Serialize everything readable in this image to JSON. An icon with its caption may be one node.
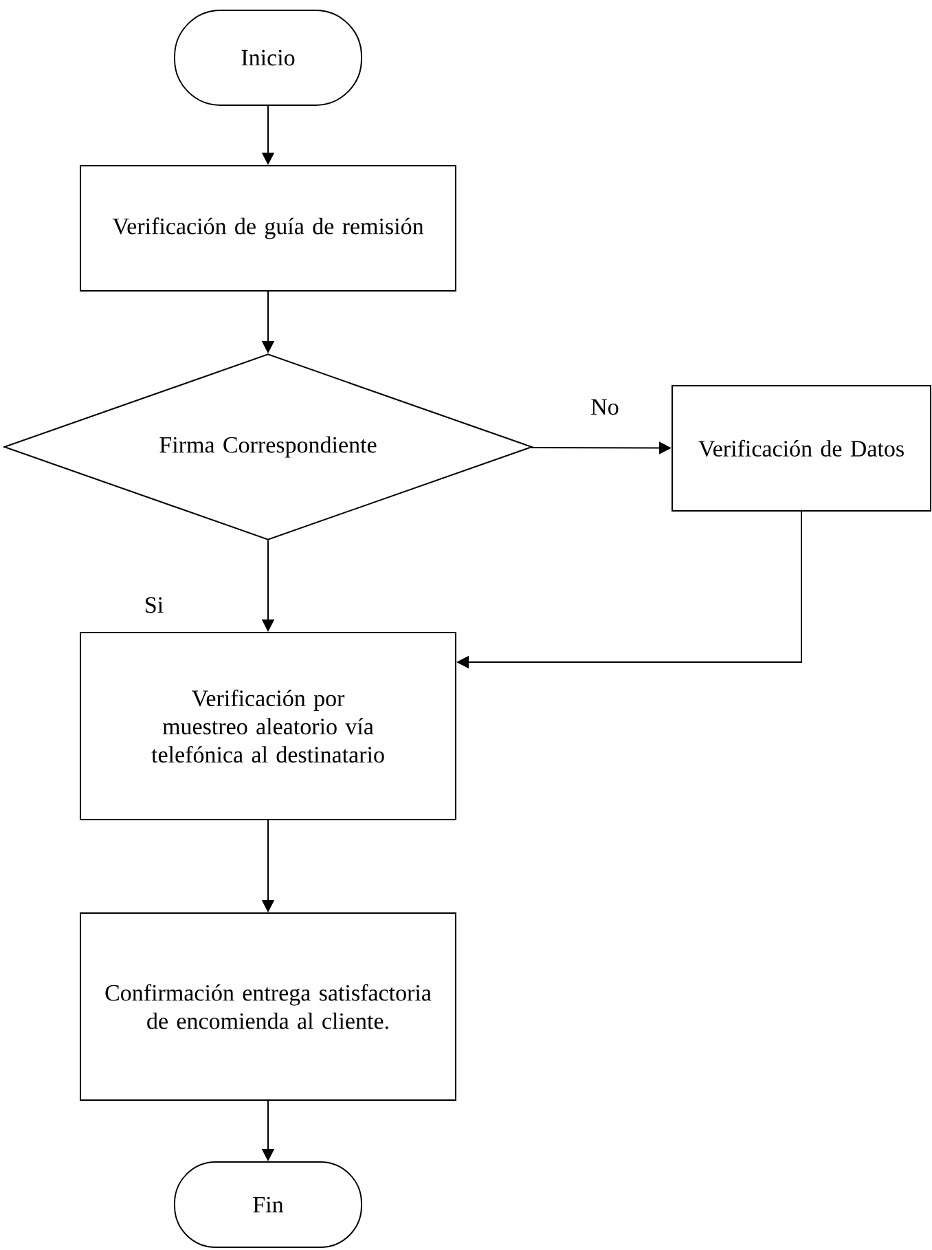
{
  "diagram": {
    "nodes": [
      {
        "text": [
          "Inicio"
        ]
      },
      {
        "text": [
          "Verificación de guía de remisión"
        ]
      },
      {
        "text": [
          "Firma Correspondiente"
        ]
      },
      {
        "text": [
          "Verificación de Datos"
        ]
      },
      {
        "text": [
          "Verificación por muestreo aleatorio vía telefónica al destinatario"
        ]
      },
      {
        "text": [
          "Confirmación entrega satisfactoria de encomienda al cliente."
        ]
      },
      {
        "text": [
          "Fin"
        ]
      }
    ],
    "edges": [
      {
        "from": 0,
        "to": 1,
        "arrow": "to"
      },
      {
        "from": 1,
        "to": 2,
        "arrow": "to"
      },
      {
        "from": 2,
        "to": 3,
        "arrow": "to",
        "label": "No"
      },
      {
        "from": 2,
        "to": 4,
        "arrow": "to",
        "label": "Si"
      },
      {
        "from": 3,
        "to": 4,
        "arrow": "to"
      },
      {
        "from": 4,
        "to": 5,
        "arrow": "to"
      },
      {
        "from": 5,
        "to": 6,
        "arrow": "to"
      }
    ]
  }
}
